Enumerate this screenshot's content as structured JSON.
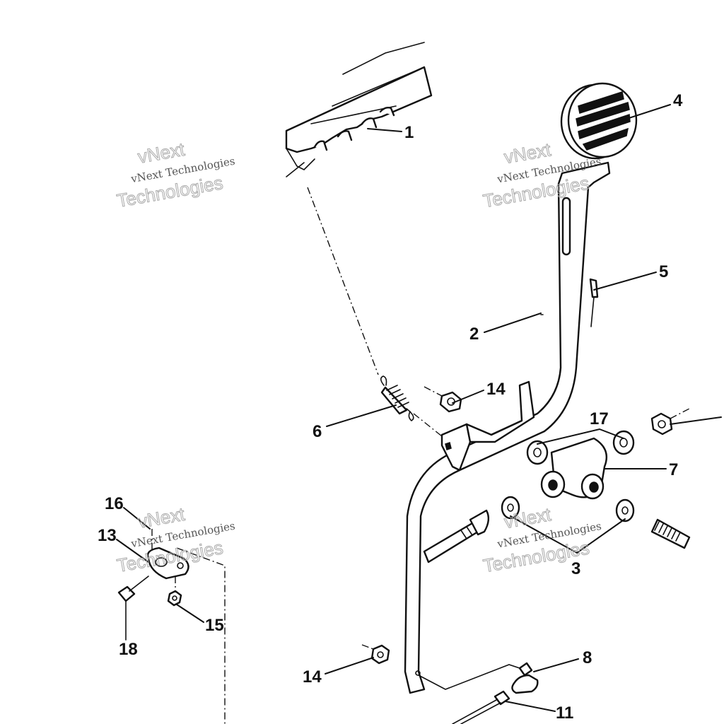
{
  "watermark": {
    "line1": "vNext",
    "line2": "vNext Technologies",
    "line3": "Technologies"
  },
  "callouts": [
    "1",
    "2",
    "3",
    "4",
    "5",
    "6",
    "7",
    "8",
    "11",
    "13",
    "14",
    "14",
    "15",
    "16",
    "17",
    "18"
  ]
}
